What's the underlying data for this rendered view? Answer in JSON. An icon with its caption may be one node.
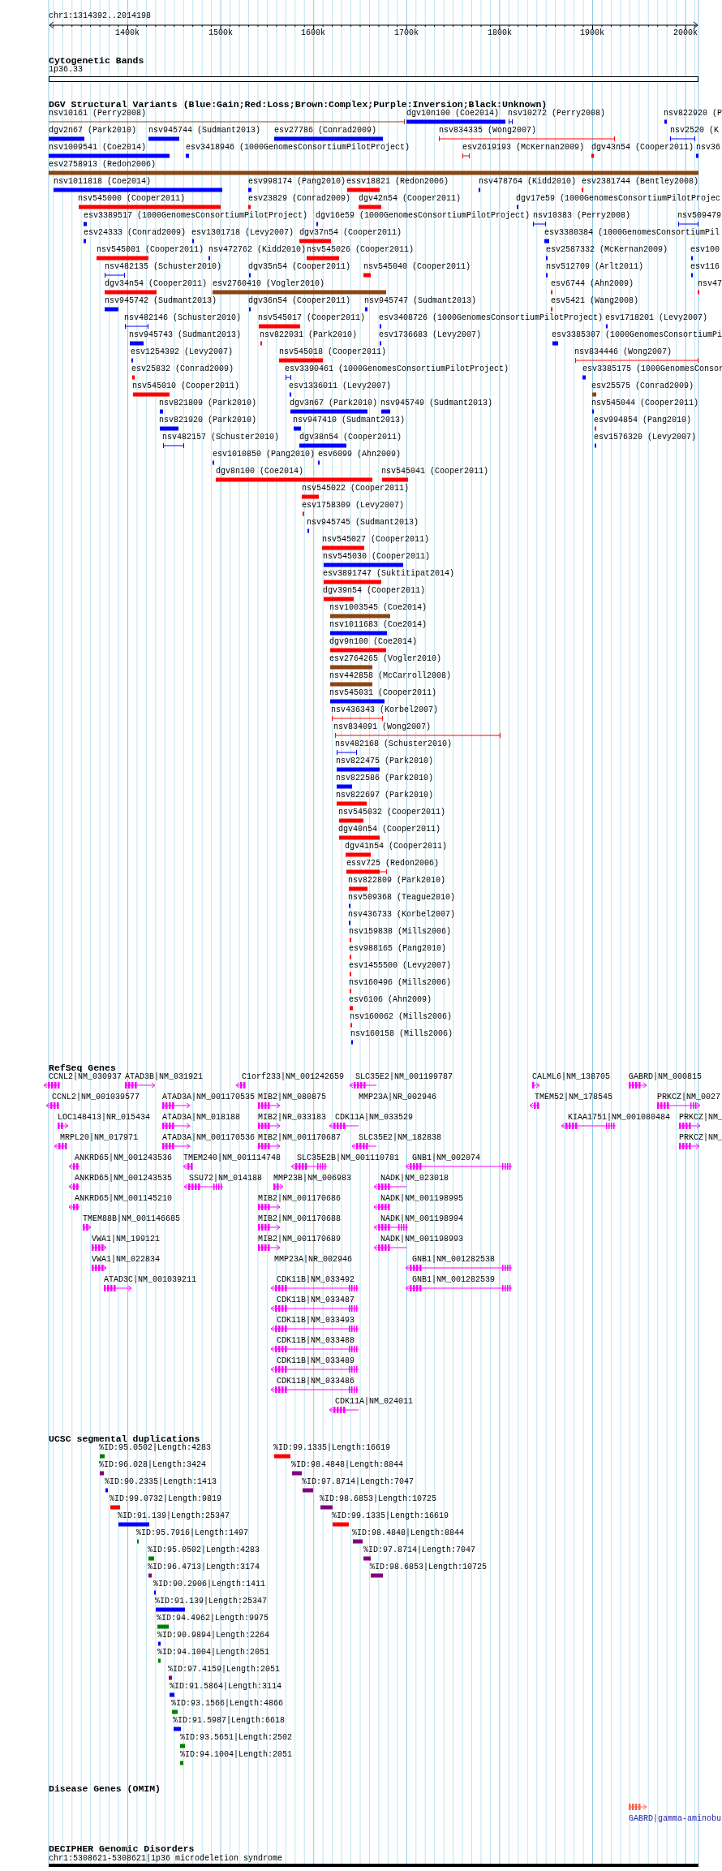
{
  "diagram": {
    "labels": [
      "chr1:1314392..2014198",
      "1400k",
      "1500k",
      "1600k",
      "1700k",
      "1800k",
      "1900k",
      "2000k",
      "Cytogenetic Bands",
      "1p36.33",
      "DGV Structural Variants (Blue:Gain;Red:Loss;Brown:Complex;Purple:Inversion;Black:Unknown)",
      "nsv10161 (Perry2008)",
      "dgv10n100 (Coe2014)",
      "nsv10272 (Perry2008)",
      "nsv822920 (P",
      "dgv2n67 (Park2010)",
      "nsv945744 (Sudmant2013)",
      "esv27786 (Conrad2009)",
      "nsv834335 (Wong2007)",
      "nsv2520 (K",
      "nsv1009541 (Coe2014)",
      "esv3418946 (1000GenomesConsortiumPilotProject)",
      "esv2619193 (McKernan2009)",
      "dgv43n54 (Cooper2011)",
      "nsv36",
      "esv2758913 (Redon2006)",
      "nsv1011818 (Coe2014)",
      "esv998174 (Pang2010)",
      "essv18821 (Redon2006)",
      "nsv478764 (Kidd2010)",
      "esv2381744 (Bentley2008)",
      "nsv545000 (Cooper2011)",
      "esv23829 (Conrad2009)",
      "dgv42n54 (Cooper2011)",
      "dgv17e59 (1000GenomesConsortiumPilotProjec",
      "esv3389517 (1000GenomesConsortiumPilotProject)",
      "dgv16e59 (1000GenomesConsortiumPilotProject)",
      "nsv10383 (Perry2008)",
      "nsv509479",
      "esv24333 (Conrad2009)",
      "esv1301718 (Levy2007)",
      "dgv37n54 (Cooper2011)",
      "esv3380384 (1000GenomesConsortiumPil",
      "nsv545001 (Cooper2011)",
      "nsv472762 (Kidd2010)",
      "nsv545026 (Cooper2011)",
      "esv2587332 (McKernan2009)",
      "esv100",
      "nsv482135 (Schuster2010)",
      "dgv35n54 (Cooper2011)",
      "nsv545040 (Cooper2011)",
      "nsv512709 (Arlt2011)",
      "esv116",
      "dgv34n54 (Cooper2011)",
      "esv2760410 (Vogler2010)",
      "esv6744 (Ahn2009)",
      "nsv47",
      "nsv945742 (Sudmant2013)",
      "dgv36n54 (Cooper2011)",
      "nsv945747 (Sudmant2013)",
      "esv5421 (Wang2008)",
      "nsv482146 (Schuster2010)",
      "nsv545017 (Cooper2011)",
      "esv3408726 (1000GenomesConsortiumPilotProject)",
      "esv1718201 (Levy2007)",
      "nsv945743 (Sudmant2013)",
      "nsv822031 (Park2010)",
      "esv1736683 (Levy2007)",
      "esv3385307 (1000GenomesConsortiumPi",
      "esv1254392 (Levy2007)",
      "nsv545018 (Cooper2011)",
      "nsv834446 (Wong2007)",
      "esv25832 (Conrad2009)",
      "esv3390461 (1000GenomesConsortiumPilotProject)",
      "esv3385175 (1000GenomesConsor",
      "nsv545010 (Cooper2011)",
      "esv1336011 (Levy2007)",
      "esv25575 (Conrad2009)",
      "nsv821809 (Park2010)",
      "dgv3n67 (Park2010)",
      "nsv945749 (Sudmant2013)",
      "nsv545044 (Cooper2011)",
      "nsv821920 (Park2010)",
      "nsv947410 (Sudmant2013)",
      "esv994854 (Pang2010)",
      "nsv482157 (Schuster2010)",
      "dgv38n54 (Cooper2011)",
      "esv1576320 (Levy2007)",
      "esv1010850 (Pang2010)",
      "esv6099 (Ahn2009)",
      "dgv8n100 (Coe2014)",
      "nsv545041 (Cooper2011)",
      "nsv545022 (Cooper2011)",
      "esv1758309 (Levy2007)",
      "nsv945745 (Sudmant2013)",
      "nsv545027 (Cooper2011)",
      "nsv545030 (Cooper2011)",
      "esv3891747 (Suktitipat2014)",
      "dgv39n54 (Cooper2011)",
      "nsv1003545 (Coe2014)",
      "nsv1011683 (Coe2014)",
      "dgv9n100 (Coe2014)",
      "esv2764265 (Vogler2010)",
      "nsv442858 (McCarroll2008)",
      "nsv545031 (Cooper2011)",
      "nsv436343 (Korbel2007)",
      "nsv834091 (Wong2007)",
      "nsv482168 (Schuster2010)",
      "nsv822475 (Park2010)",
      "nsv822586 (Park2010)",
      "nsv822697 (Park2010)",
      "nsv545032 (Cooper2011)",
      "dgv40n54 (Cooper2011)",
      "dgv41n54 (Cooper2011)",
      "essv725 (Redon2006)",
      "nsv822809 (Park2010)",
      "nsv509368 (Teague2010)",
      "nsv436733 (Korbel2007)",
      "nsv159838 (Mills2006)",
      "esv988165 (Pang2010)",
      "esv1455500 (Levy2007)",
      "nsv160496 (Mills2006)",
      "esv6106 (Ahn2009)",
      "nsv160062 (Mills2006)",
      "nsv160158 (Mills2006)",
      "RefSeq Genes",
      "CCNL2|NM_030937",
      "ATAD3B|NM_031921",
      "C1orf233|NM_001242659",
      "SLC35E2|NM_001199787",
      "CALML6|NM_138705",
      "GABRD|NM_000815",
      "CCNL2|NM_001039577",
      "ATAD3A|NM_001170535",
      "MIB2|NM_080875",
      "MMP23A|NR_002946",
      "TMEM52|NM_178545",
      "PRKCZ|NM_0027",
      "LOC148413|NR_015434",
      "ATAD3A|NM_018188",
      "MIB2|NR_033183",
      "CDK11A|NM_033529",
      "KIAA1751|NM_001080484",
      "PRKCZ|NM_",
      "MRPL20|NM_017971",
      "ATAD3A|NM_001170536",
      "MIB2|NM_001170687",
      "SLC35E2|NM_182838",
      "PRKCZ|NM_",
      "ANKRD65|NM_001243536",
      "TMEM240|NM_001114748",
      "SLC35E2B|NM_001110781",
      "GNB1|NM_002074",
      "ANKRD65|NM_001243535",
      "SSU72|NM_014188",
      "MMP23B|NM_006983",
      "NADK|NM_023018",
      "ANKRD65|NM_001145210",
      "MIB2|NM_001170686",
      "NADK|NM_001198995",
      "TMEM88B|NM_001146685",
      "MIB2|NM_001170688",
      "NADK|NM_001198994",
      "VWA1|NM_199121",
      "MIB2|NM_001170689",
      "NADK|NM_001198993",
      "VWA1|NM_022834",
      "MMP23A|NR_002946",
      "GNB1|NM_001282538",
      "ATAD3C|NM_001039211",
      "CDK11B|NM_033492",
      "GNB1|NM_001282539",
      "CDK11B|NM_033487",
      "CDK11B|NM_033493",
      "CDK11B|NM_033488",
      "CDK11B|NM_033489",
      "CDK11B|NM_033486",
      "CDK11A|NM_024011",
      "UCSC segmental duplications",
      "%ID:95.0502|Length:4283",
      "%ID:99.1335|Length:16619",
      "%ID:96.028|Length:3424",
      "%ID:98.4848|Length:8844",
      "%ID:90.2335|Length:1413",
      "%ID:97.8714|Length:7047",
      "%ID:99.0732|Length:9819",
      "%ID:98.6853|Length:10725",
      "%ID:91.139|Length:25347",
      "%ID:99.1335|Length:16619",
      "%ID:95.7916|Length:1497",
      "%ID:98.4848|Length:8844",
      "%ID:95.0502|Length:4283",
      "%ID:97.8714|Length:7047",
      "%ID:96.4713|Length:3174",
      "%ID:98.6853|Length:10725",
      "%ID:90.2906|Length:1411",
      "%ID:91.139|Length:25347",
      "%ID:94.4962|Length:9975",
      "%ID:90.9894|Length:2264",
      "%ID:94.1004|Length:2051",
      "%ID:97.4159|Length:2051",
      "%ID:91.5864|Length:3114",
      "%ID:93.1566|Length:4866",
      "%ID:91.5987|Length:6618",
      "%ID:93.5651|Length:2502",
      "%ID:94.1004|Length:2051",
      "Disease Genes (OMIM)",
      "GABRD|gamma-aminobu",
      "DECIPHER Genomic Disorders",
      "chr1:5308621-5308621|1p36 microdeletion syndrome"
    ]
  }
}
